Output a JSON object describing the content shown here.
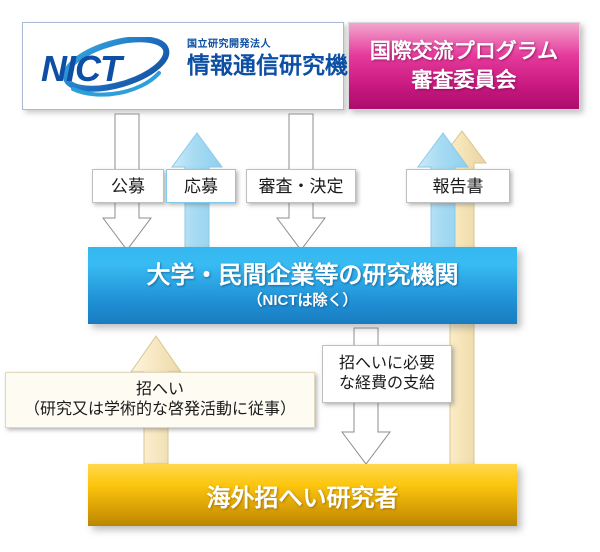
{
  "diagram": {
    "title_header": {
      "org_small": "国立研究開発法人",
      "org_big": "情報通信研究機構",
      "logo_text": "NICT"
    },
    "committee": {
      "line1": "国際交流プログラム",
      "line2": "審査委員会"
    },
    "institution": {
      "line1": "大学・民間企業等の研究機関",
      "line2": "（NICTは除く）"
    },
    "researcher": {
      "label": "海外招へい研究者"
    },
    "flow_labels": {
      "koubo": "公募",
      "oubo": "応募",
      "shinsa": "審査・決定",
      "houkokusho": "報告書",
      "shouhei_line1": "招へい",
      "shouhei_line2": "（研究又は学術的な啓発活動に従事）",
      "keihi_line1": "招へいに必要",
      "keihi_line2": "な経費の支給"
    },
    "colors": {
      "committee_pink": "#e5399b",
      "institution_blue": "#2ba5e4",
      "researcher_gold": "#fcc60d",
      "arrow_blue": "#aadcf2",
      "arrow_cream": "#f7e8bf",
      "arrow_white": "#ffffff",
      "nict_blue": "#0d4fa4"
    }
  }
}
